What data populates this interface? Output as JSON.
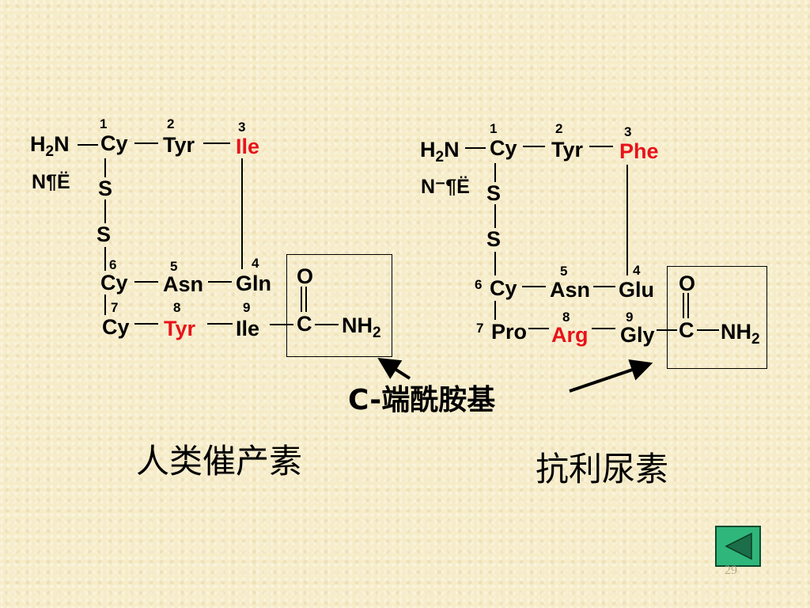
{
  "left": {
    "title": "人类催产素",
    "n_term": {
      "h": "H",
      "sub": "2",
      "n": "N"
    },
    "garbled": "N¶Ë",
    "disulfide": [
      "S",
      "S"
    ],
    "residues": {
      "r1": {
        "name": "Cy",
        "num": "1"
      },
      "r2": {
        "name": "Tyr",
        "num": "2"
      },
      "r3": {
        "name": "Ile",
        "num": "3"
      },
      "r4": {
        "name": "Gln",
        "num": "4"
      },
      "r5": {
        "name": "Asn",
        "num": "5"
      },
      "r6": {
        "name": "Cy",
        "num": "6"
      },
      "r7": {
        "name": "Cy",
        "num": "7"
      },
      "r8": {
        "name": "Tyr",
        "num": "8"
      },
      "r9": {
        "name": "Ile",
        "num": "9"
      }
    },
    "amide": {
      "o": "O",
      "c": "C",
      "nh": "NH",
      "sub": "2"
    }
  },
  "right": {
    "title": "抗利尿素",
    "n_term": {
      "h": "H",
      "sub": "2",
      "n": "N"
    },
    "garbled": "N⁻¶Ë",
    "disulfide": [
      "S",
      "S"
    ],
    "residues": {
      "r1": {
        "name": "Cy",
        "num": "1"
      },
      "r2": {
        "name": "Tyr",
        "num": "2"
      },
      "r3": {
        "name": "Phe",
        "num": "3"
      },
      "r4": {
        "name": "Glu",
        "num": "4"
      },
      "r5": {
        "name": "Asn",
        "num": "5"
      },
      "r6": {
        "name": "Cy",
        "num": "6"
      },
      "r7": {
        "name": "Pro",
        "num": "7"
      },
      "r8": {
        "name": "Arg",
        "num": "8"
      },
      "r9": {
        "name": "Gly",
        "num": "9"
      }
    },
    "amide": {
      "o": "O",
      "c": "C",
      "nh": "NH",
      "sub": "2"
    }
  },
  "center_label": "C-端酰胺基",
  "page_number": "29",
  "colors": {
    "highlight": "#e8121b",
    "nav_button": "#2fb67a"
  },
  "nav": {
    "icon": "triangle-left-icon"
  }
}
